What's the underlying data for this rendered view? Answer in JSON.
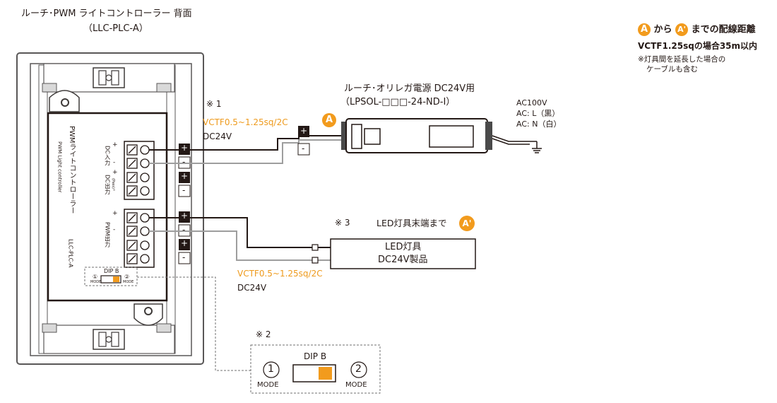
{
  "header": {
    "title": "ルーチ･PWM ライトコントローラー 背面",
    "model": "（LLC-PLC-A）"
  },
  "distance_note": {
    "badge_a": "A",
    "badge_a_prime": "A'",
    "text_kara": "から",
    "text_made": "までの配線距離",
    "vctf_line": "VCTF1.25sqの場合35m以内",
    "note_line1": "※灯具間を延長した場合の",
    "note_line2": "ケーブルも含む"
  },
  "power_supply": {
    "title": "ルーチ･オリレガ電源 DC24V用",
    "model": "（LPSOL-□□□-24-ND-I）",
    "ac_label": "AC100V",
    "ac_l": "AC: L（黒）",
    "ac_n": "AC: N（白）",
    "badge": "A"
  },
  "input_wiring": {
    "note": "※ 1",
    "cable": "VCTF0.5~1.25sq/2C",
    "voltage": "DC24V",
    "plus": "+",
    "minus": "-"
  },
  "output_wiring": {
    "note": "※ 3",
    "dest_text": "LED灯具末端まで",
    "badge": "A'",
    "cable": "VCTF0.5~1.25sq/2C",
    "voltage": "DC24V"
  },
  "led_fixture": {
    "line1": "LED灯具",
    "line2": "DC24V製品"
  },
  "controller": {
    "label_jp": "PWMライトコントローラー",
    "label_en": "PWM Light controller",
    "model": "LLC-PLC-A",
    "dc_in": "DC入力",
    "dc_out": "DC出力",
    "dc_out_sub": "(Pass)",
    "pwm_out": "PWM出力",
    "dip_label": "DIP B",
    "mode": "MODE",
    "mode1": "①",
    "mode2": "②",
    "plus": "+",
    "minus": "-"
  },
  "dip_detail": {
    "note": "※ 2",
    "label": "DIP B",
    "mode1_num": "1",
    "mode2_num": "2",
    "mode": "MODE",
    "switch_color": "#f29b1d"
  },
  "colors": {
    "accent": "#f29b1d",
    "dark": "#231815",
    "gray": "#9e9e9e"
  }
}
